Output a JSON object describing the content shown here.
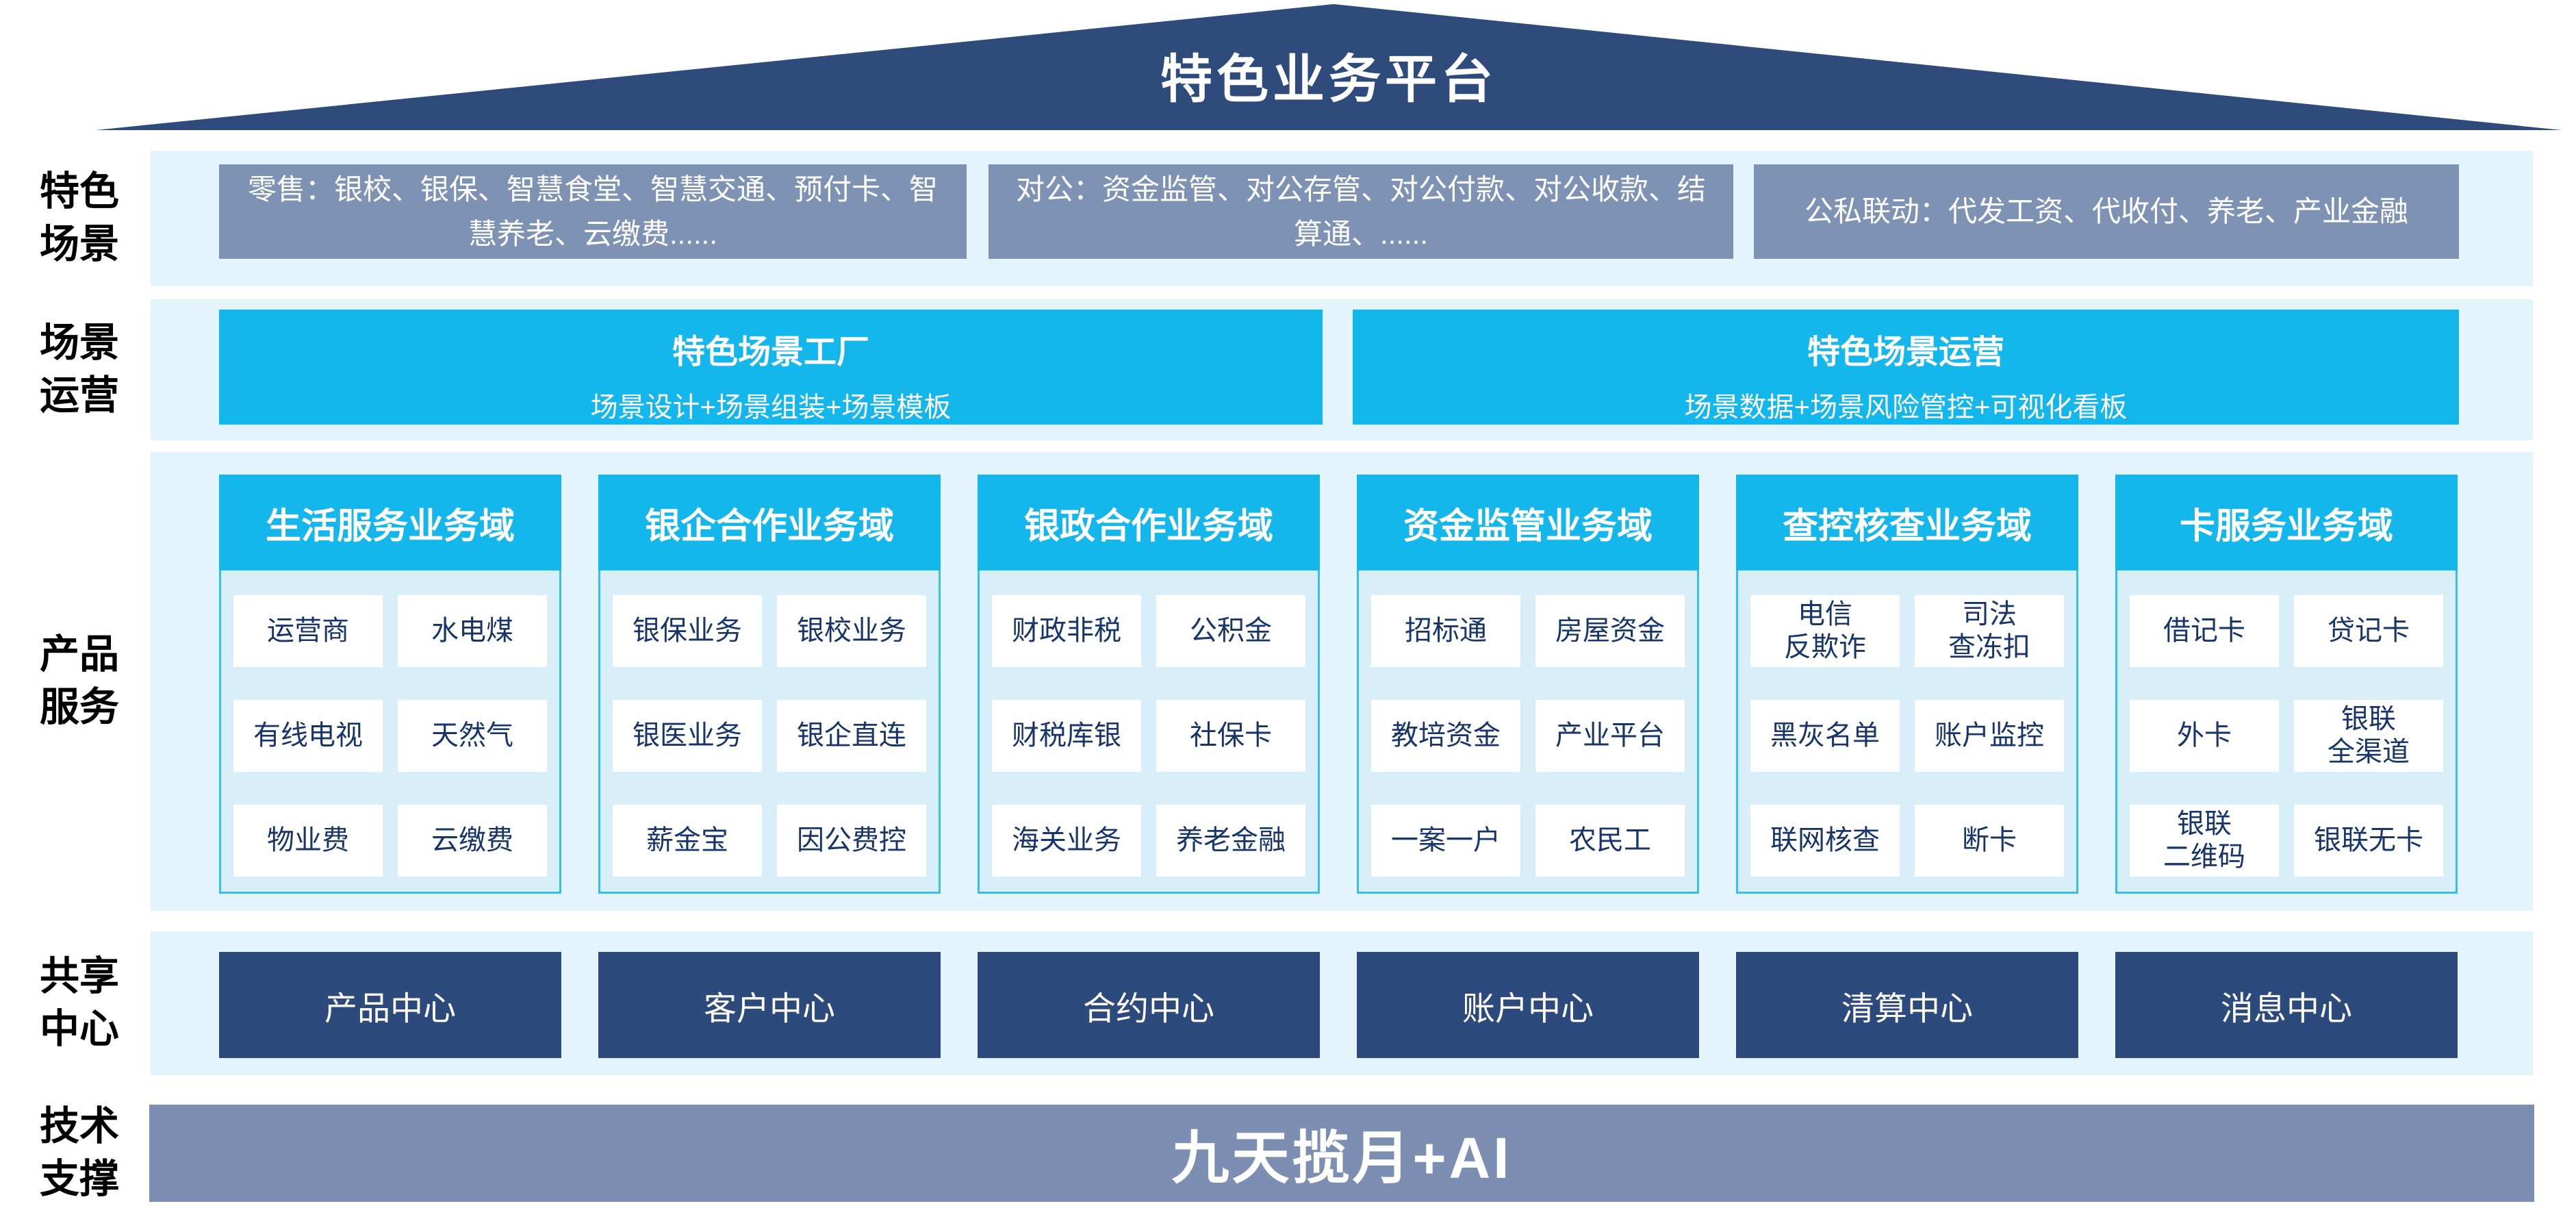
{
  "platform": {
    "title": "特色业务平台"
  },
  "scene_row": {
    "label": "特色\n场景",
    "boxes": [
      "零售：银校、银保、智慧食堂、智慧交通、预付卡、智慧养老、云缴费......",
      "对公：资金监管、对公存管、对公付款、对公收款、结算通、......",
      "公私联动：代发工资、代收付、养老、产业金融"
    ]
  },
  "operation_row": {
    "label": "场景\n运营",
    "panels": [
      {
        "title": "特色场景工厂",
        "subtitle": "场景设计+场景组装+场景模板"
      },
      {
        "title": "特色场景运营",
        "subtitle": "场景数据+场景风险管控+可视化看板"
      }
    ]
  },
  "product_row": {
    "label": "产品\n服务",
    "domains": [
      {
        "header": "生活服务业务域",
        "cells": [
          "运营商",
          "水电煤",
          "有线电视",
          "天然气",
          "物业费",
          "云缴费"
        ]
      },
      {
        "header": "银企合作业务域",
        "cells": [
          "银保业务",
          "银校业务",
          "银医业务",
          "银企直连",
          "薪金宝",
          "因公费控"
        ]
      },
      {
        "header": "银政合作业务域",
        "cells": [
          "财政非税",
          "公积金",
          "财税库银",
          "社保卡",
          "海关业务",
          "养老金融"
        ]
      },
      {
        "header": "资金监管业务域",
        "cells": [
          "招标通",
          "房屋资金",
          "教培资金",
          "产业平台",
          "一案一户",
          "农民工"
        ]
      },
      {
        "header": "查控核查业务域",
        "cells": [
          "电信\n反欺诈",
          "司法\n查冻扣",
          "黑灰名单",
          "账户监控",
          "联网核查",
          "断卡"
        ]
      },
      {
        "header": "卡服务业务域",
        "cells": [
          "借记卡",
          "贷记卡",
          "外卡",
          "银联\n全渠道",
          "银联\n二维码",
          "银联无卡"
        ]
      }
    ]
  },
  "shared_row": {
    "label": "共享\n中心",
    "centers": [
      "产品中心",
      "客户中心",
      "合约中心",
      "账户中心",
      "清算中心",
      "消息中心"
    ]
  },
  "tech_row": {
    "label": "技术\n支撑",
    "bar": "九天揽月+AI"
  },
  "colors": {
    "roof_navy": "#2E4B7C",
    "box_gray_blue": "#7E92B4",
    "cyan": "#14B7EC",
    "band_bg": "#E4F4FC",
    "panel_bg": "#D8EFFA",
    "panel_border": "#35BFEE",
    "cell_text": "#17356B",
    "center_navy": "#2C4A7C",
    "bottom_bar": "#7C8FB2"
  }
}
